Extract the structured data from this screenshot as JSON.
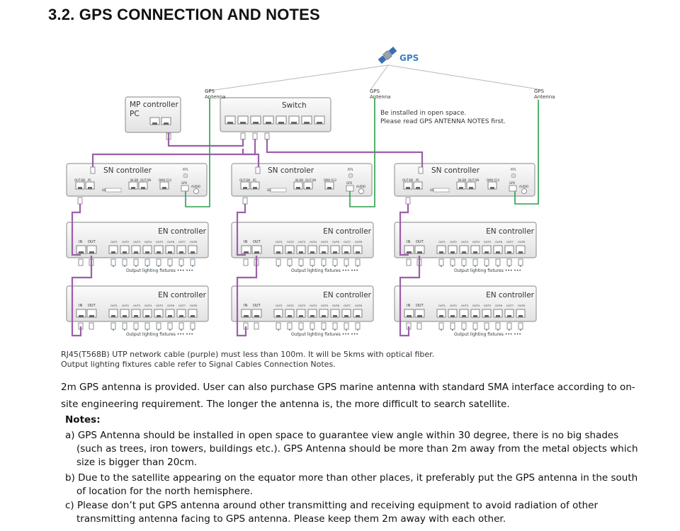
{
  "page": {
    "title": "3.2. GPS CONNECTION AND NOTES"
  },
  "diagram": {
    "gps_label": "GPS",
    "gps_antenna_line1": "GPS",
    "gps_antenna_line2": "Antenna",
    "install_note_line1": "Be installed in open space.",
    "install_note_line2": "Please read GPS ANTENNA NOTES first.",
    "mp_controller_line1": "MP controller",
    "mp_controller_line2": "PC",
    "switch_label": "Switch",
    "sn_controller_label": "SN controller",
    "sn_controller_label_alt": "SN controler",
    "en_controller_label": "EN controller",
    "port_in": "IN",
    "port_out": "OUT",
    "sn_port_labels": [
      "OUT-EN",
      "PC",
      "IN-EN",
      "OUT-SN",
      "DMX-512",
      "RTS",
      "GPS",
      "AUDIO",
      "SD"
    ],
    "en_port_labels": [
      "OUT1",
      "OUT2",
      "OUT3",
      "OUT4",
      "OUT5",
      "OUT6",
      "OUT7",
      "OUT8"
    ],
    "output_fixtures_label": "Output lighting fixtures ••• •••",
    "caption_line1": "RJ45(T568B) UTP network cable (purple) must less than 100m. It will be 5kms with optical fiber.",
    "caption_line2": "Output lighting fixtures cable refer to Signal Cables Connection Notes.",
    "colors": {
      "network_cable": "#9b5fa8",
      "gps_cable": "#2aa04a",
      "gps_text": "#3b7fc4",
      "antenna_line": "#b8b8b8"
    }
  },
  "body": {
    "intro": "2m GPS antenna is provided. User can also purchase GPS marine antenna with standard SMA interface according to on-site engineering requirement. The longer the antenna is, the more difficult to search satellite.",
    "notes_heading": "Notes:",
    "notes": [
      "a) GPS Antenna should be installed in open space to guarantee view angle within 30 degree, there is no big shades (such as trees, iron towers, buildings etc.). GPS Antenna should be more than 2m away from the metal objects which size is bigger than 20cm.",
      "b) Due to the satellite appearing on the equator more than other places, it preferably put the GPS antenna in the south of location for the north hemisphere.",
      "c) Please don’t put GPS antenna around other transmitting and receiving equipment to avoid radiation of other transmitting antenna facing to GPS antenna. Please keep them 2m away with each other."
    ]
  }
}
